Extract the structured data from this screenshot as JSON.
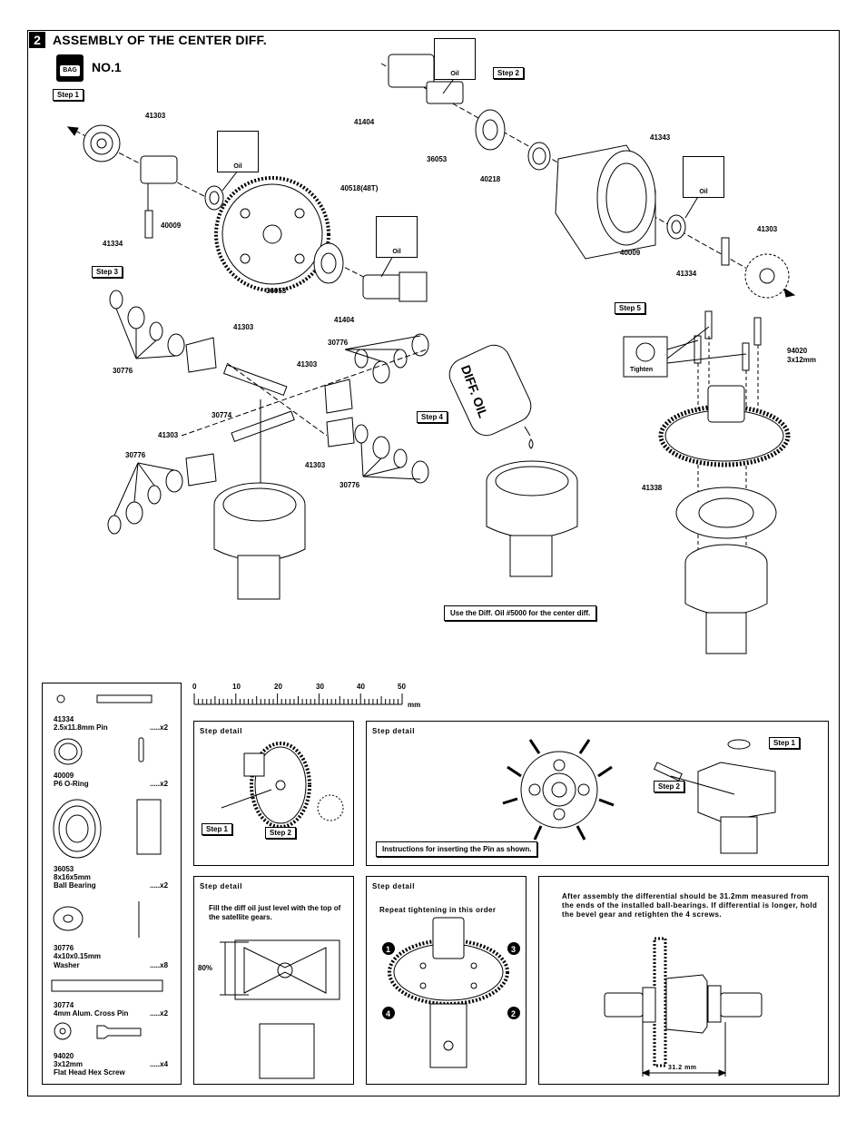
{
  "header": {
    "step_number": "2",
    "title": "ASSEMBLY OF THE CENTER DIFF.",
    "bag_label": "BAG",
    "bag_number": "NO.1"
  },
  "steps": {
    "step1": "Step 1",
    "step2": "Step 2",
    "step3": "Step 3",
    "step4": "Step 4",
    "step5": "Step 5"
  },
  "oil_label": "Oil",
  "tighten_label": "Tighten",
  "diff_oil_bottle": "DIFF. OIL",
  "part_numbers": {
    "p41303": "41303",
    "p41334": "41334",
    "p40009": "40009",
    "p40518": "40518(48T)",
    "p36053": "36053",
    "p41404": "41404",
    "p41343": "41343",
    "p40218": "40218",
    "p30776": "30776",
    "p30774": "30774",
    "p94020": "94020",
    "p94020_size": "3x12mm",
    "p41338": "41338"
  },
  "diff_oil_note": "Use the Diff. Oil #5000 for the center diff.",
  "parts_legend": [
    {
      "number": "41334",
      "name": "2.5x11.8mm Pin",
      "qty": ".....x2"
    },
    {
      "number": "40009",
      "name": "P6 O-Ring",
      "qty": ".....x2"
    },
    {
      "number": "36053",
      "name": "8x16x5mm",
      "name2": "Ball Bearing",
      "qty": ".....x2"
    },
    {
      "number": "30776",
      "name": "4x10x0.15mm",
      "name2": "Washer",
      "qty": ".....x8"
    },
    {
      "number": "30774",
      "name": "4mm Alum. Cross Pin",
      "qty": ".....x2"
    },
    {
      "number": "94020",
      "name": "3x12mm",
      "name2": "Flat Head Hex Screw",
      "qty": ".....x4"
    }
  ],
  "ruler": {
    "ticks": [
      "0",
      "10",
      "20",
      "30",
      "40",
      "50"
    ],
    "unit": "mm"
  },
  "details": {
    "title": "Step detail",
    "pin_instruction": "Instructions for inserting  the Pin as shown.",
    "oil_fill": "Fill the diff oil just level with the top of the satellite gears.",
    "oil_percent": "80%",
    "tightening_order": "Repeat tightening in this order",
    "order_numbers": [
      "1",
      "3",
      "4",
      "2"
    ],
    "length_note": "After assembly the differential should be 31.2mm measured from the ends of the installed ball-bearings. If differential is longer, hold the bevel gear and retighten the 4 screws.",
    "length_value": "31.2 mm"
  }
}
